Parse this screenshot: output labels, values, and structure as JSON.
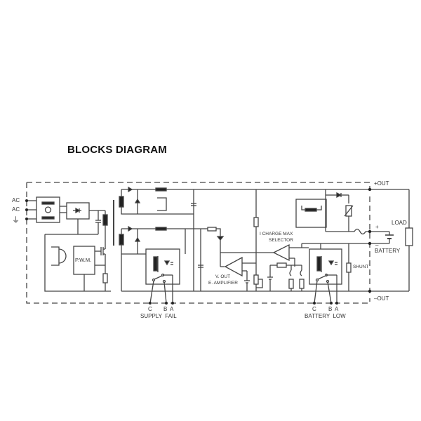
{
  "title": "BLOCKS DIAGRAM",
  "inputs": {
    "ac1": "AC",
    "ac2": "AC",
    "earth_symbol": "⏚"
  },
  "blocks": {
    "pwm": "P.W.M.",
    "charge_selector_line1": "I CHARGE MAX",
    "charge_selector_line2": "SELECTOR",
    "amplifier_line1": "V. OUT",
    "amplifier_line2": "E. AMPLIFIER",
    "shunt": "SHUNT"
  },
  "outputs": {
    "plus_out": "+OUT",
    "minus_out": "–OUT",
    "battery_plus": "+",
    "battery_minus": "–",
    "battery": "BATTERY",
    "load": "LOAD"
  },
  "relay_supply_fail": {
    "c": "C",
    "b": "B",
    "a": "A",
    "label": "SUPPLY  FAIL"
  },
  "relay_battery_low": {
    "c": "C",
    "b": "B",
    "a": "A",
    "label": "BATTERY  LOW"
  },
  "colors": {
    "line": "#444444",
    "text": "#111111"
  }
}
